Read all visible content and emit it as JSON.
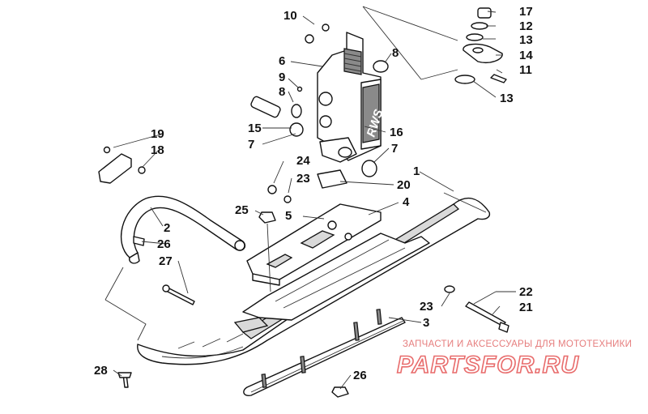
{
  "diagram": {
    "callouts": [
      "1",
      "2",
      "3",
      "4",
      "5",
      "6",
      "7",
      "7",
      "8",
      "8",
      "9",
      "10",
      "11",
      "12",
      "13",
      "13",
      "14",
      "15",
      "16",
      "17",
      "18",
      "19",
      "20",
      "21",
      "22",
      "23",
      "23",
      "24",
      "25",
      "26",
      "26",
      "27",
      "28"
    ],
    "decal_text": "RWS"
  },
  "watermark": {
    "tagline": "ЗАПЧАСТИ И АКСЕССУАРЫ ДЛЯ МОТОТЕХНИКИ",
    "logo": "PARTSFOR.RU"
  },
  "colors": {
    "ink": "#111111",
    "watermark": "#e86c6c",
    "background": "#ffffff"
  }
}
